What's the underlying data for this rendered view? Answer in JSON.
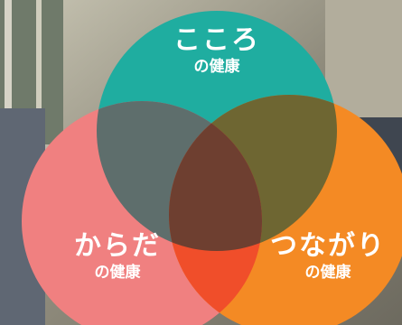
{
  "circles": [
    {
      "id": "mind",
      "title": "こころ",
      "subtitle": "の健康",
      "color": "#1fada0"
    },
    {
      "id": "body",
      "title": "からだ",
      "subtitle": "の健康",
      "color": "#f08080"
    },
    {
      "id": "connection",
      "title": "つながり",
      "subtitle": "の健康",
      "color": "#f48a24"
    }
  ],
  "overlap_colors": {
    "mind_body": "#5e6e6c",
    "mind_connection": "#6e6632",
    "body_connection": "#f04e2a",
    "center": "#6e3f30"
  }
}
